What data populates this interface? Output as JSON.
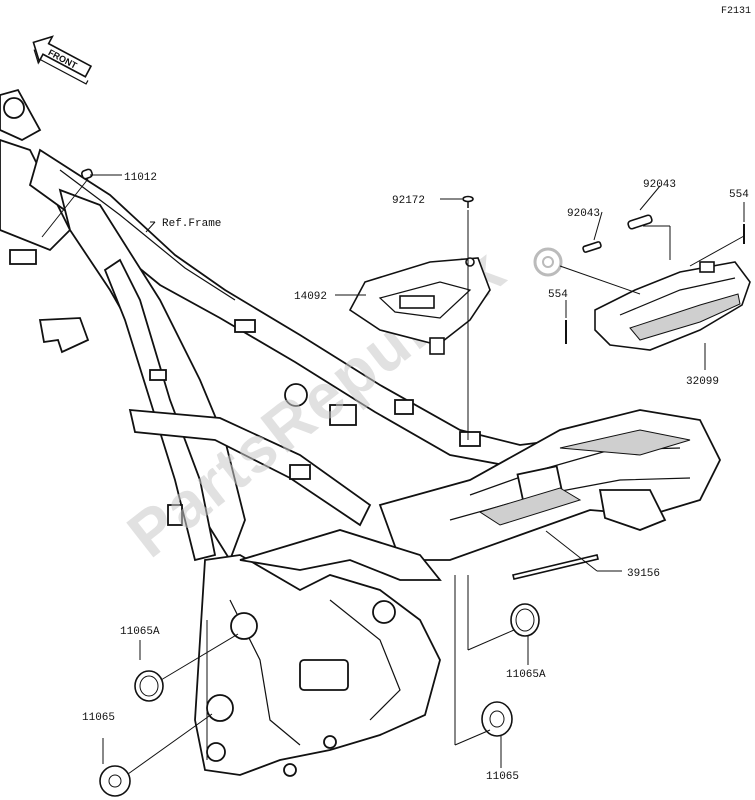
{
  "diagram_code": "F2131",
  "front_badge": "FRONT",
  "watermark": "PartsRepublik",
  "ref_frame_label": "Ref.Frame",
  "callouts": {
    "p11012": "11012",
    "p92172": "92172",
    "p92043_a": "92043",
    "p92043_b": "92043",
    "p554_a": "554",
    "p554_b": "554",
    "p14092": "14092",
    "p32099": "32099",
    "p39156": "39156",
    "p11065A_left": "11065A",
    "p11065A_right": "11065A",
    "p11065_left": "11065",
    "p11065_right": "11065"
  }
}
